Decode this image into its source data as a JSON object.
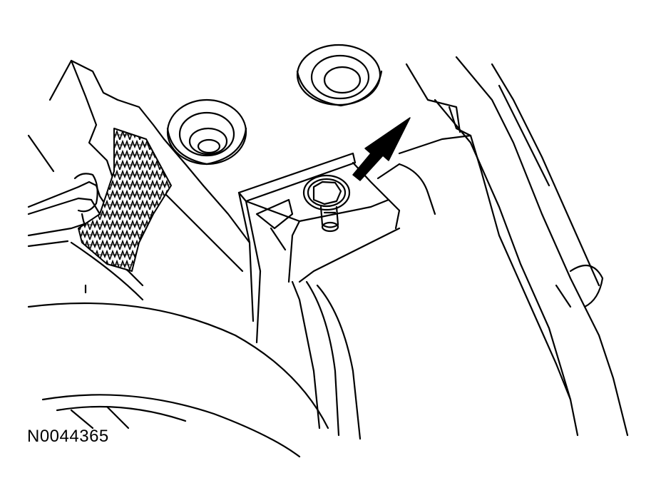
{
  "figure": {
    "code": "N0044365",
    "colors": {
      "line": "#000000",
      "background": "#ffffff"
    },
    "callout": {
      "type": "arrow",
      "target": "bolt-nut-fastener"
    }
  }
}
